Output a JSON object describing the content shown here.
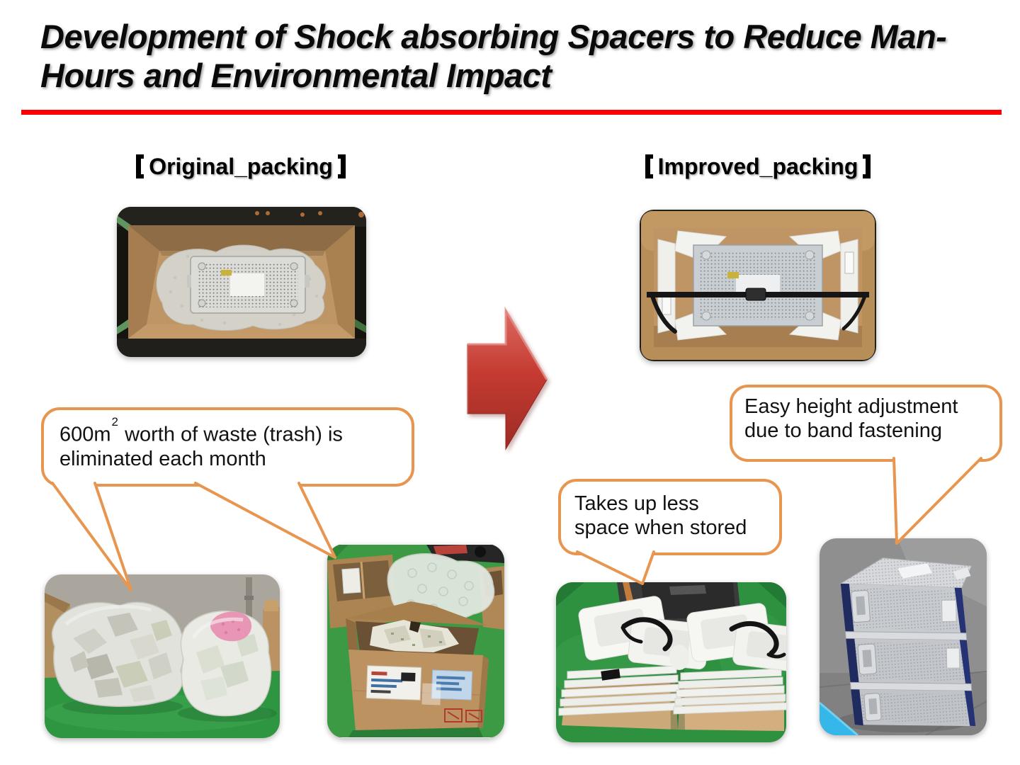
{
  "slide_title": {
    "lines": [
      "Development of Shock absorbing Spacers to Reduce Man-",
      "Hours and Environmental Impact"
    ]
  },
  "sections": {
    "original": {
      "bracket_open": "【",
      "label": "Original_packing",
      "bracket_close": "】"
    },
    "improved": {
      "bracket_open": "【",
      "label": "Improved_packing",
      "bracket_close": "】"
    }
  },
  "callouts": {
    "waste_reduction": {
      "line1_pre": "600m",
      "line1_sup": "2",
      "line1_post": " worth of waste (trash) is",
      "line2": "eliminated each month"
    },
    "storage": {
      "line1": "Takes up less",
      "line2": "space when stored"
    },
    "height_adjust": {
      "line1": "Easy height adjustment",
      "line2": "due to band fastening"
    }
  },
  "colors": {
    "callout_border_orange": "#E8964F",
    "title_rule_red": "#FB0000",
    "arrow_red": "#C23B32"
  }
}
